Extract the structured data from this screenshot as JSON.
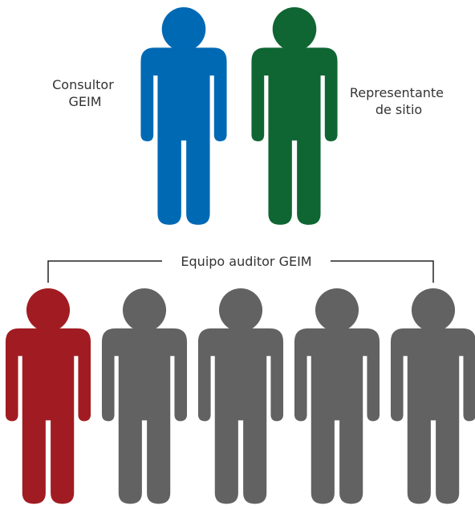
{
  "top_people": {
    "left": {
      "label_lines": [
        "Consultor",
        "GEIM"
      ],
      "color": "#0069b4"
    },
    "right": {
      "label_lines": [
        "Representante",
        "de sitio"
      ],
      "color": "#0f6633"
    }
  },
  "team": {
    "label": "Equipo auditor GEIM",
    "line_color": "#222222",
    "members": [
      {
        "color": "#a11c22"
      },
      {
        "color": "#626262"
      },
      {
        "color": "#626262"
      },
      {
        "color": "#626262"
      },
      {
        "color": "#626262"
      }
    ]
  }
}
